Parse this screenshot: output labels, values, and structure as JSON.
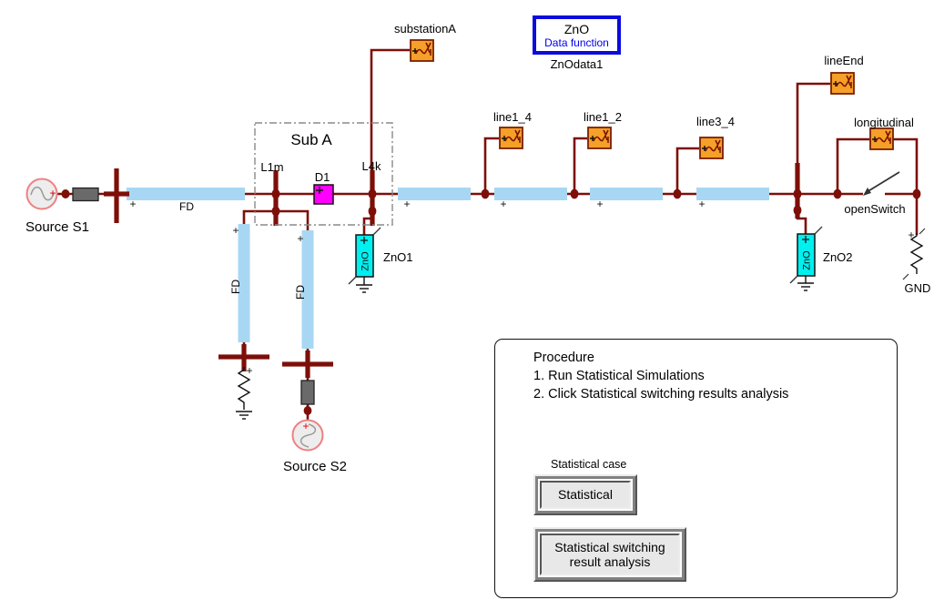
{
  "schematic": {
    "plus": "+",
    "fd_label": "FD",
    "source_s1": "Source S1",
    "source_s2": "Source S2",
    "sub_a": {
      "title": "Sub A",
      "l1m": "L1m",
      "d1": "D1",
      "l4k": "L4k"
    },
    "meters": {
      "substationA": "substationA",
      "line1_4": "line1_4",
      "line1_2": "line1_2",
      "line3_4": "line3_4",
      "lineEnd": "lineEnd",
      "longitudinal": "longitudinal"
    },
    "arresters": {
      "zno_text": "ZnO",
      "zno1": "ZnO1",
      "zno2": "ZnO2"
    },
    "open_switch": "openSwitch",
    "gnd": "GND",
    "zno_block": {
      "title": "ZnO",
      "subtitle": "Data function",
      "instance": "ZnOdata1"
    }
  },
  "procedure_panel": {
    "title": "Procedure",
    "step1": "1. Run Statistical Simulations",
    "step2": "2. Click Statistical switching results analysis",
    "statistical_case_label": "Statistical case",
    "statistical_button": "Statistical",
    "analysis_button_line1": "Statistical switching",
    "analysis_button_line2": "result analysis"
  },
  "colors": {
    "wire": "#7d0f08",
    "fd_line": "#a8d7f4",
    "meter_fill": "#f5a028",
    "meter_border": "#7a2000",
    "arrester_fill": "#00f0f0",
    "breaker_fill": "#ff00ff",
    "function_block_border": "#0b0bdd",
    "blue_text": "#0000ee",
    "source_stroke": "#ef8080"
  }
}
